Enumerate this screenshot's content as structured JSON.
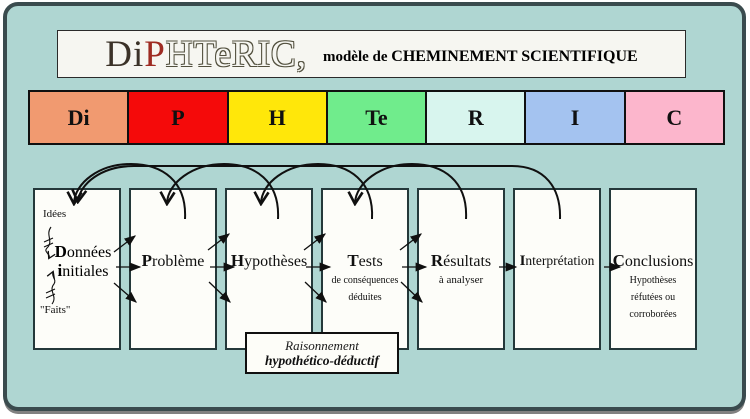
{
  "title": {
    "word_di": "Di",
    "word_p": "P",
    "word_outline": "HTeRIC,",
    "subtitle_prefix": "modèle de",
    "subtitle_main": "CHEMINEMENT SCIENTIFIQUE"
  },
  "band": {
    "cells": [
      {
        "letter": "Di",
        "color": "#F19A70"
      },
      {
        "letter": "P",
        "color": "#F50A0A"
      },
      {
        "letter": "H",
        "color": "#FFE70A"
      },
      {
        "letter": "Te",
        "color": "#70EC8C"
      },
      {
        "letter": "R",
        "color": "#D8F5EE"
      },
      {
        "letter": "I",
        "color": "#A4C3F0"
      },
      {
        "letter": "C",
        "color": "#FCB6CC"
      }
    ]
  },
  "stages": [
    {
      "initial": "D",
      "rest": "onnées",
      "line2_initial": "i",
      "line2_rest": "nitiales",
      "note_top": "Idées",
      "note_bottom": "\"Faits\""
    },
    {
      "initial": "P",
      "rest": "roblème"
    },
    {
      "initial": "H",
      "rest": "ypothèses"
    },
    {
      "initial": "T",
      "rest": "ests",
      "sub": [
        "de conséquences",
        "déduites"
      ]
    },
    {
      "initial": "R",
      "rest": "ésultats",
      "sub": [
        "à analyser"
      ]
    },
    {
      "initial": "I",
      "rest": "nterprétation"
    },
    {
      "initial": "C",
      "rest": "onclusions",
      "sub": [
        "Hypothèses",
        "réfutées ou",
        "corroborées"
      ]
    }
  ],
  "reasoning_box": {
    "line1": "Raisonnement",
    "line2": "hypothético-déductif"
  },
  "colors": {
    "background_teal": "#AFD6D2",
    "frame_border": "#3A4B4E",
    "arrow": "#101010",
    "title_p_red": "#9E2B22"
  }
}
